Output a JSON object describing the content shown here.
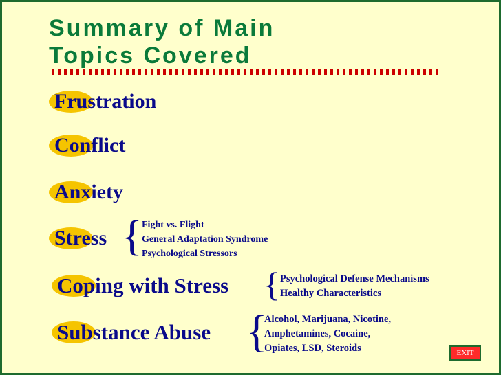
{
  "slide": {
    "title_line1": "Summary of Main",
    "title_line2": "Topics Covered"
  },
  "topics": [
    {
      "label": "Frustration"
    },
    {
      "label": "Conflict"
    },
    {
      "label": "Anxiety"
    },
    {
      "label": "Stress",
      "subtopics": [
        "Fight vs. Flight",
        "General Adaptation Syndrome",
        "Psychological Stressors"
      ]
    },
    {
      "label": "Coping with Stress",
      "subtopics": [
        "Psychological Defense Mechanisms",
        "Healthy Characteristics"
      ]
    },
    {
      "label": "Substance Abuse",
      "subtopics": [
        "Alcohol, Marijuana, Nicotine,",
        "Amphetamines, Cocaine,",
        "Opiates, LSD, Steroids"
      ]
    }
  ],
  "brace_glyph": "{",
  "exit_label": "EXIT",
  "colors": {
    "background": "#ffffcc",
    "border": "#1e6b2e",
    "title": "#0a7a3a",
    "separator": "#cc0000",
    "highlight": "#f5c400",
    "text": "#0a0a8a",
    "exit_button": "#ff2a2a"
  }
}
